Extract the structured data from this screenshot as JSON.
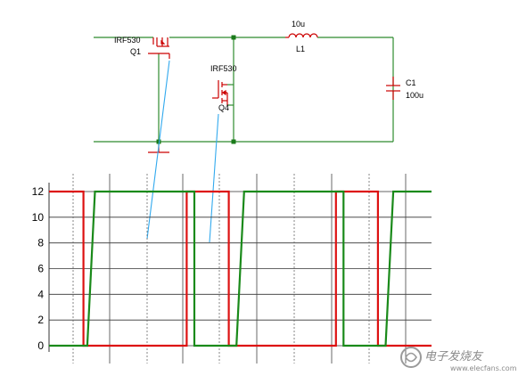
{
  "schematic": {
    "q1_part": "IRF530",
    "q1_ref": "Q1",
    "q4_part": "IRF530",
    "q4_ref": "Q4",
    "l1_value": "10u",
    "l1_ref": "L1",
    "c1_ref": "C1",
    "c1_value": "100u",
    "wire_color": "#2e8b2e",
    "part_color": "#cc0000",
    "probe_color": "#33aaee"
  },
  "chart_data": {
    "type": "line",
    "y_ticks": [
      "12",
      "10",
      "8",
      "6",
      "4",
      "2",
      "0"
    ],
    "ylim": [
      0,
      12
    ],
    "xlim": [
      0,
      100
    ],
    "grid": true,
    "series": [
      {
        "color": "#dd1111",
        "x": [
          0,
          9,
          9,
          36,
          36,
          47,
          47,
          75,
          75,
          86,
          86,
          100
        ],
        "y": [
          12,
          12,
          0,
          0,
          12,
          12,
          0,
          0,
          12,
          12,
          0,
          0
        ]
      },
      {
        "color": "#1a8a1a",
        "x": [
          0,
          10,
          12,
          38,
          38,
          49,
          51,
          77,
          77,
          88,
          90,
          100
        ],
        "y": [
          0,
          0,
          12,
          12,
          0,
          0,
          12,
          12,
          0,
          0,
          12,
          12
        ]
      }
    ]
  },
  "watermark": {
    "text": "电子发烧友",
    "url": "www.elecfans.com"
  }
}
